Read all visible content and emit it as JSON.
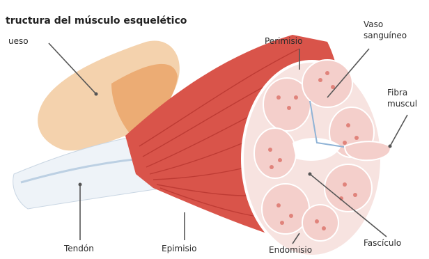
{
  "title": "tructura del músculo esquelético",
  "labels": {
    "hueso": "ueso",
    "perimisio": "Perimisio",
    "vaso_sanguineo_1": "Vaso",
    "vaso_sanguineo_2": "sanguíneo",
    "fibra_muscular_1": "Fibra",
    "fibra_muscular_2": "muscul",
    "tendon": "Tendón",
    "epimisio": "Epimisio",
    "endomisio": "Endomisio",
    "fasciculo": "Fascículo"
  },
  "colors": {
    "muscle": "#d9544a",
    "muscle_dark": "#b8362f",
    "bone": "#f2c9a0",
    "bone_shade": "#e8a870",
    "tendon": "#eef3f8",
    "fascicle_fill": "#f6d9d6",
    "fiber_dot": "#e89a93",
    "vessel": "#8fb3d6",
    "leader": "#555555"
  }
}
